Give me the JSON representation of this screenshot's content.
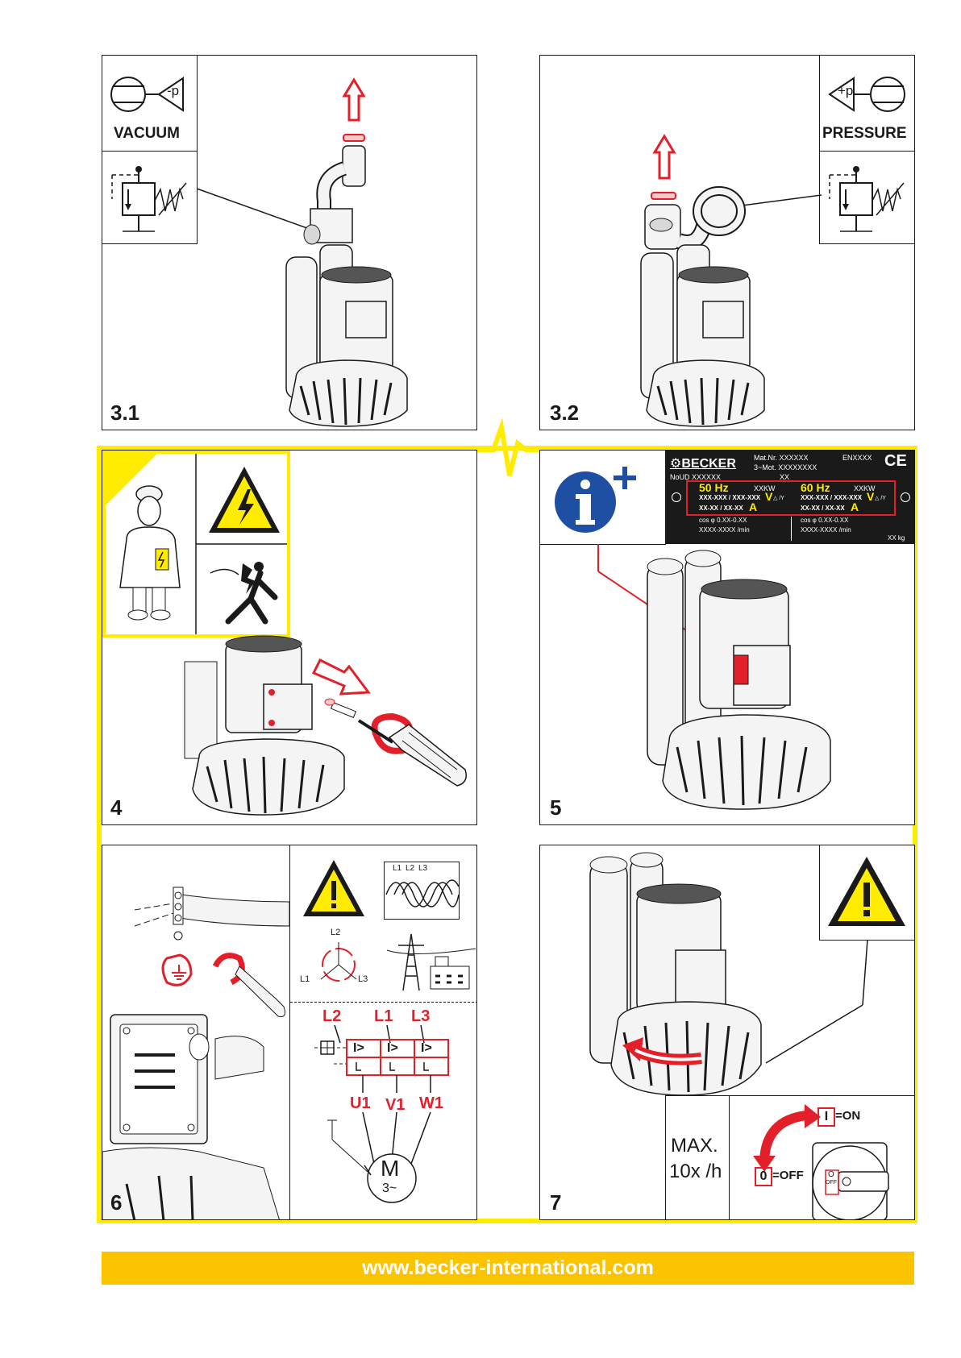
{
  "panels": {
    "p31": {
      "step": "3.1",
      "mode_label": "VACUUM",
      "sign": "-p"
    },
    "p32": {
      "step": "3.2",
      "mode_label": "PRESSURE",
      "sign": "+p"
    },
    "p4": {
      "step": "4"
    },
    "p5": {
      "step": "5"
    },
    "p6": {
      "step": "6"
    },
    "p7": {
      "step": "7",
      "max_line1": "MAX.",
      "max_line2": "10x /h",
      "on_box": "I",
      "on_label": "=ON",
      "off_box": "0",
      "off_label": "=OFF",
      "knob_top": "O",
      "knob_bottom": "OFF"
    }
  },
  "nameplate": {
    "brand": "BECKER",
    "mat_nr": "Mat.Nr. XXXXXX",
    "en": "ENXXXX",
    "mot": "3~Mot. XXXXXXXX",
    "noud": "NoUD XXXXXX",
    "xx": "XX",
    "hz50": "50 Hz",
    "hz60": "60 Hz",
    "kw50": "XXKW",
    "kw60": "XXKW",
    "volt50": "XXX-XXX / XXX-XXX",
    "volt60": "XXX-XXX / XXX-XXX",
    "v_letter": "V",
    "delta_y": "△ /Y",
    "amp50": "XX-XX / XX-XX",
    "amp60": "XX-XX / XX-XX",
    "a_letter": "A",
    "cos50": "cos φ 0.XX-0.XX",
    "cos60": "cos φ 0.XX-0.XX",
    "rpm50": "XXXX-XXXX /min",
    "rpm60": "XXXX-XXXX /min",
    "kg": "XX kg",
    "ce": "CE"
  },
  "wiring": {
    "phase_top": [
      "L2",
      "L1",
      "L3"
    ],
    "phase_bottom": [
      "U1",
      "V1",
      "W1"
    ],
    "motor_letter": "M",
    "motor_sub": "3~",
    "rotation_labels": {
      "top": "L2",
      "left": "L1",
      "right": "L3"
    },
    "wave_labels": [
      "L1",
      "L2",
      "L3"
    ],
    "relay_symbol": "I>"
  },
  "footer": {
    "url": "www.becker-international.com"
  },
  "colors": {
    "accent_yellow": "#ffec00",
    "footer_yellow": "#fcc300",
    "accent_red": "#e3202a",
    "info_blue": "#1f4fa2"
  }
}
